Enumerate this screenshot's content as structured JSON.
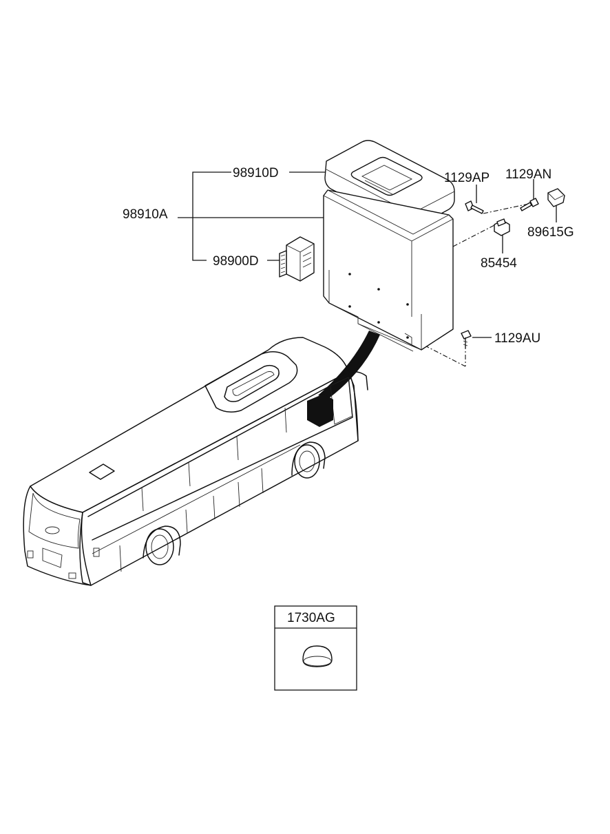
{
  "labels": {
    "p98910D": "98910D",
    "p98910A": "98910A",
    "p98900D": "98900D",
    "p1129AP": "1129AP",
    "p1129AN": "1129AN",
    "p89615G": "89615G",
    "p85454": "85454",
    "p1129AU": "1129AU",
    "p1730AG": "1730AG"
  }
}
